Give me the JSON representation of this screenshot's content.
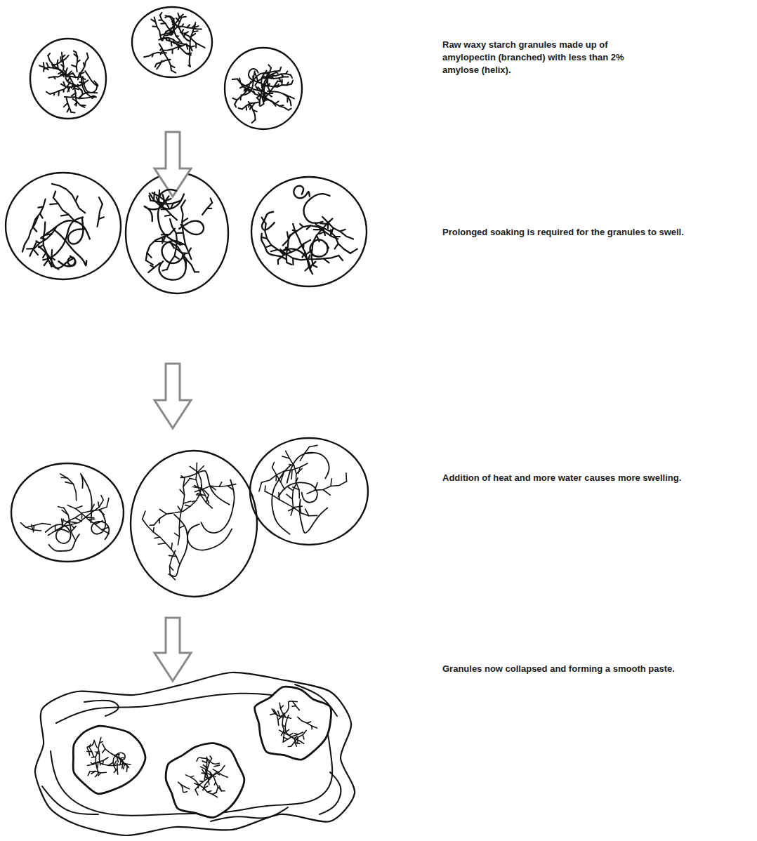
{
  "diagram": {
    "labels": [
      "Raw waxy starch granules made up of amylopectin (branched) with less than 2% amylose (helix).",
      "Prolonged soaking is required for the granules to swell.",
      "Addition of heat and more water causes more swelling.",
      "Granules now collapsed and forming a smooth paste."
    ]
  }
}
